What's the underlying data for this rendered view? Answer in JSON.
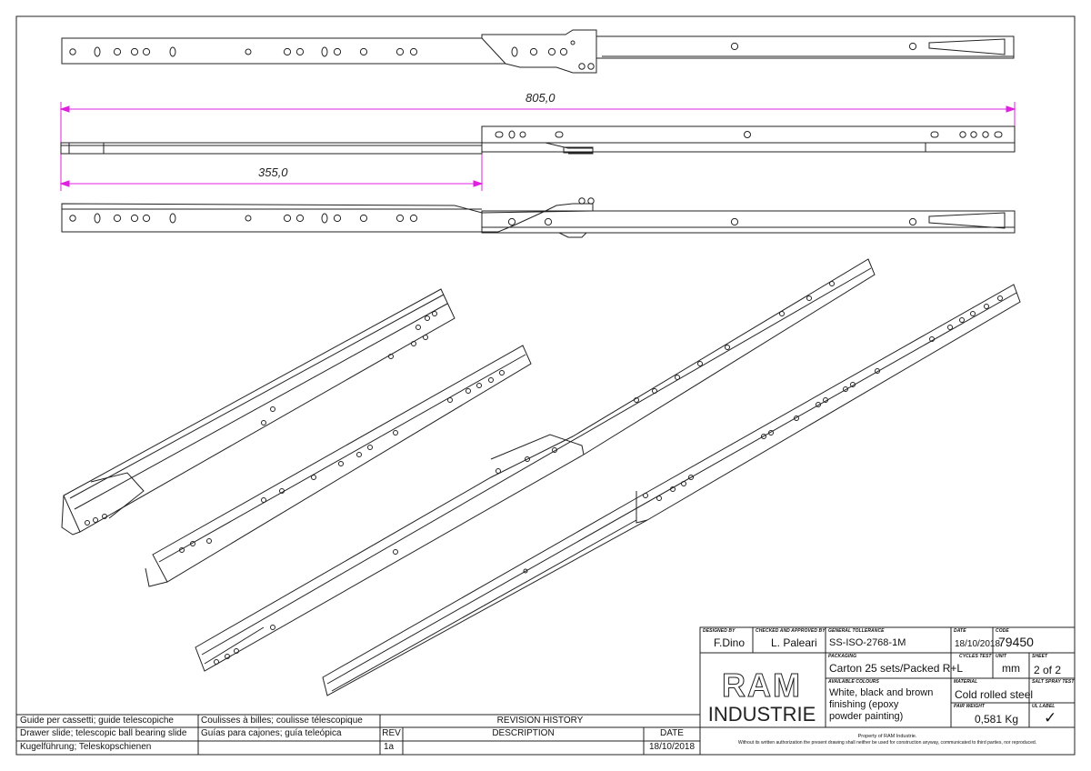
{
  "dimensions": {
    "overall_length": "805,0",
    "partial_length": "355,0",
    "color": "#e020e0"
  },
  "title_block": {
    "designed_by_label": "DESIGNED BY",
    "designed_by": "F.Dino",
    "checked_by_label": "CHECKED AND APPROVED BY",
    "checked_by": "L. Paleari",
    "tolerance_label": "GENERAL TOLLERANCE",
    "tolerance": "SS-ISO-2768-1M",
    "date_label": "DATE",
    "date": "18/10/2018",
    "code_label": "CODE",
    "code": "79450",
    "packaging_label": "PACKAGING",
    "packaging": "Carton 25 sets/Packed R+L",
    "cycles_label": "CYCLES TEST",
    "unit_label": "UNIT",
    "unit": "mm",
    "sheet_label": "SHEET",
    "sheet": "2 of 2",
    "colours_label": "AVAILABLE COLOURS",
    "colours_line1": "White, black and brown",
    "colours_line2": "finishing (epoxy",
    "colours_line3": "powder painting)",
    "material_label": "MATERIAL",
    "material": "Cold rolled steel",
    "salt_label": "SALT SPRAY TEST",
    "weight_label": "PAIR WEIGHT",
    "weight": "0,581 Kg",
    "ul_label": "UL LABEL",
    "ul_mark": "✓",
    "logo_line1": "RAM",
    "logo_line2": "INDUSTRIE",
    "property_line1": "Property of RAM Industrie.",
    "property_line2": "Without its written authorization the present drawing shall neither be used for construction anyway, communicated to third parties, nor reproduced."
  },
  "descriptions": [
    {
      "a": "Guide per cassetti; guide telescopiche",
      "b": "Coulisses à billes; coulisse télescopique"
    },
    {
      "a": "Drawer slide; telescopic ball bearing slide",
      "b": "Guías para cajones; guía teleópica"
    },
    {
      "a": "Kugelführung; Teleskopschienen",
      "b": ""
    }
  ],
  "revision": {
    "title": "REVISION HISTORY",
    "rev_header": "REV",
    "desc_header": "DESCRIPTION",
    "date_header": "DATE",
    "rev": "1a",
    "description": "",
    "date": "18/10/2018"
  }
}
